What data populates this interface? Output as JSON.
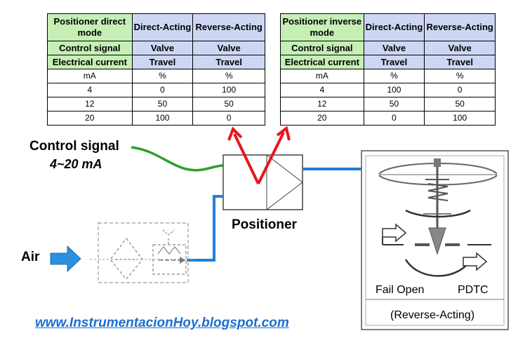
{
  "table_direct": {
    "header": [
      "Positioner direct mode",
      "Direct-Acting",
      "Reverse-Acting"
    ],
    "row_signal": [
      "Control signal",
      "Valve",
      "Valve"
    ],
    "row_current": [
      "Electrical current",
      "Travel",
      "Travel"
    ],
    "row_units": [
      "mA",
      "%",
      "%"
    ],
    "rows": [
      [
        "4",
        "0",
        "100"
      ],
      [
        "12",
        "50",
        "50"
      ],
      [
        "20",
        "100",
        "0"
      ]
    ]
  },
  "table_inverse": {
    "header": [
      "Positioner inverse mode",
      "Direct-Acting",
      "Reverse-Acting"
    ],
    "row_signal": [
      "Control signal",
      "Valve",
      "Valve"
    ],
    "row_current": [
      "Electrical current",
      "Travel",
      "Travel"
    ],
    "row_units": [
      "mA",
      "%",
      "%"
    ],
    "rows": [
      [
        "4",
        "100",
        "0"
      ],
      [
        "12",
        "50",
        "50"
      ],
      [
        "20",
        "0",
        "100"
      ]
    ]
  },
  "labels": {
    "control_signal": "Control signal",
    "signal_range": "4~20 mA",
    "air": "Air",
    "positioner": "Positioner",
    "fail_open": "Fail Open",
    "pdtc": "PDTC",
    "reverse_acting": "(Reverse-Acting)",
    "website": "www.InstrumentacionHoy.blogspot.com"
  },
  "colors": {
    "green_header": "#c6efb6",
    "blue_header": "#cdd7f4",
    "signal_line": "#2ca02c",
    "air_line": "#1f7fd8",
    "arrow_red": "#e8161a",
    "website": "#1b6fd1"
  }
}
